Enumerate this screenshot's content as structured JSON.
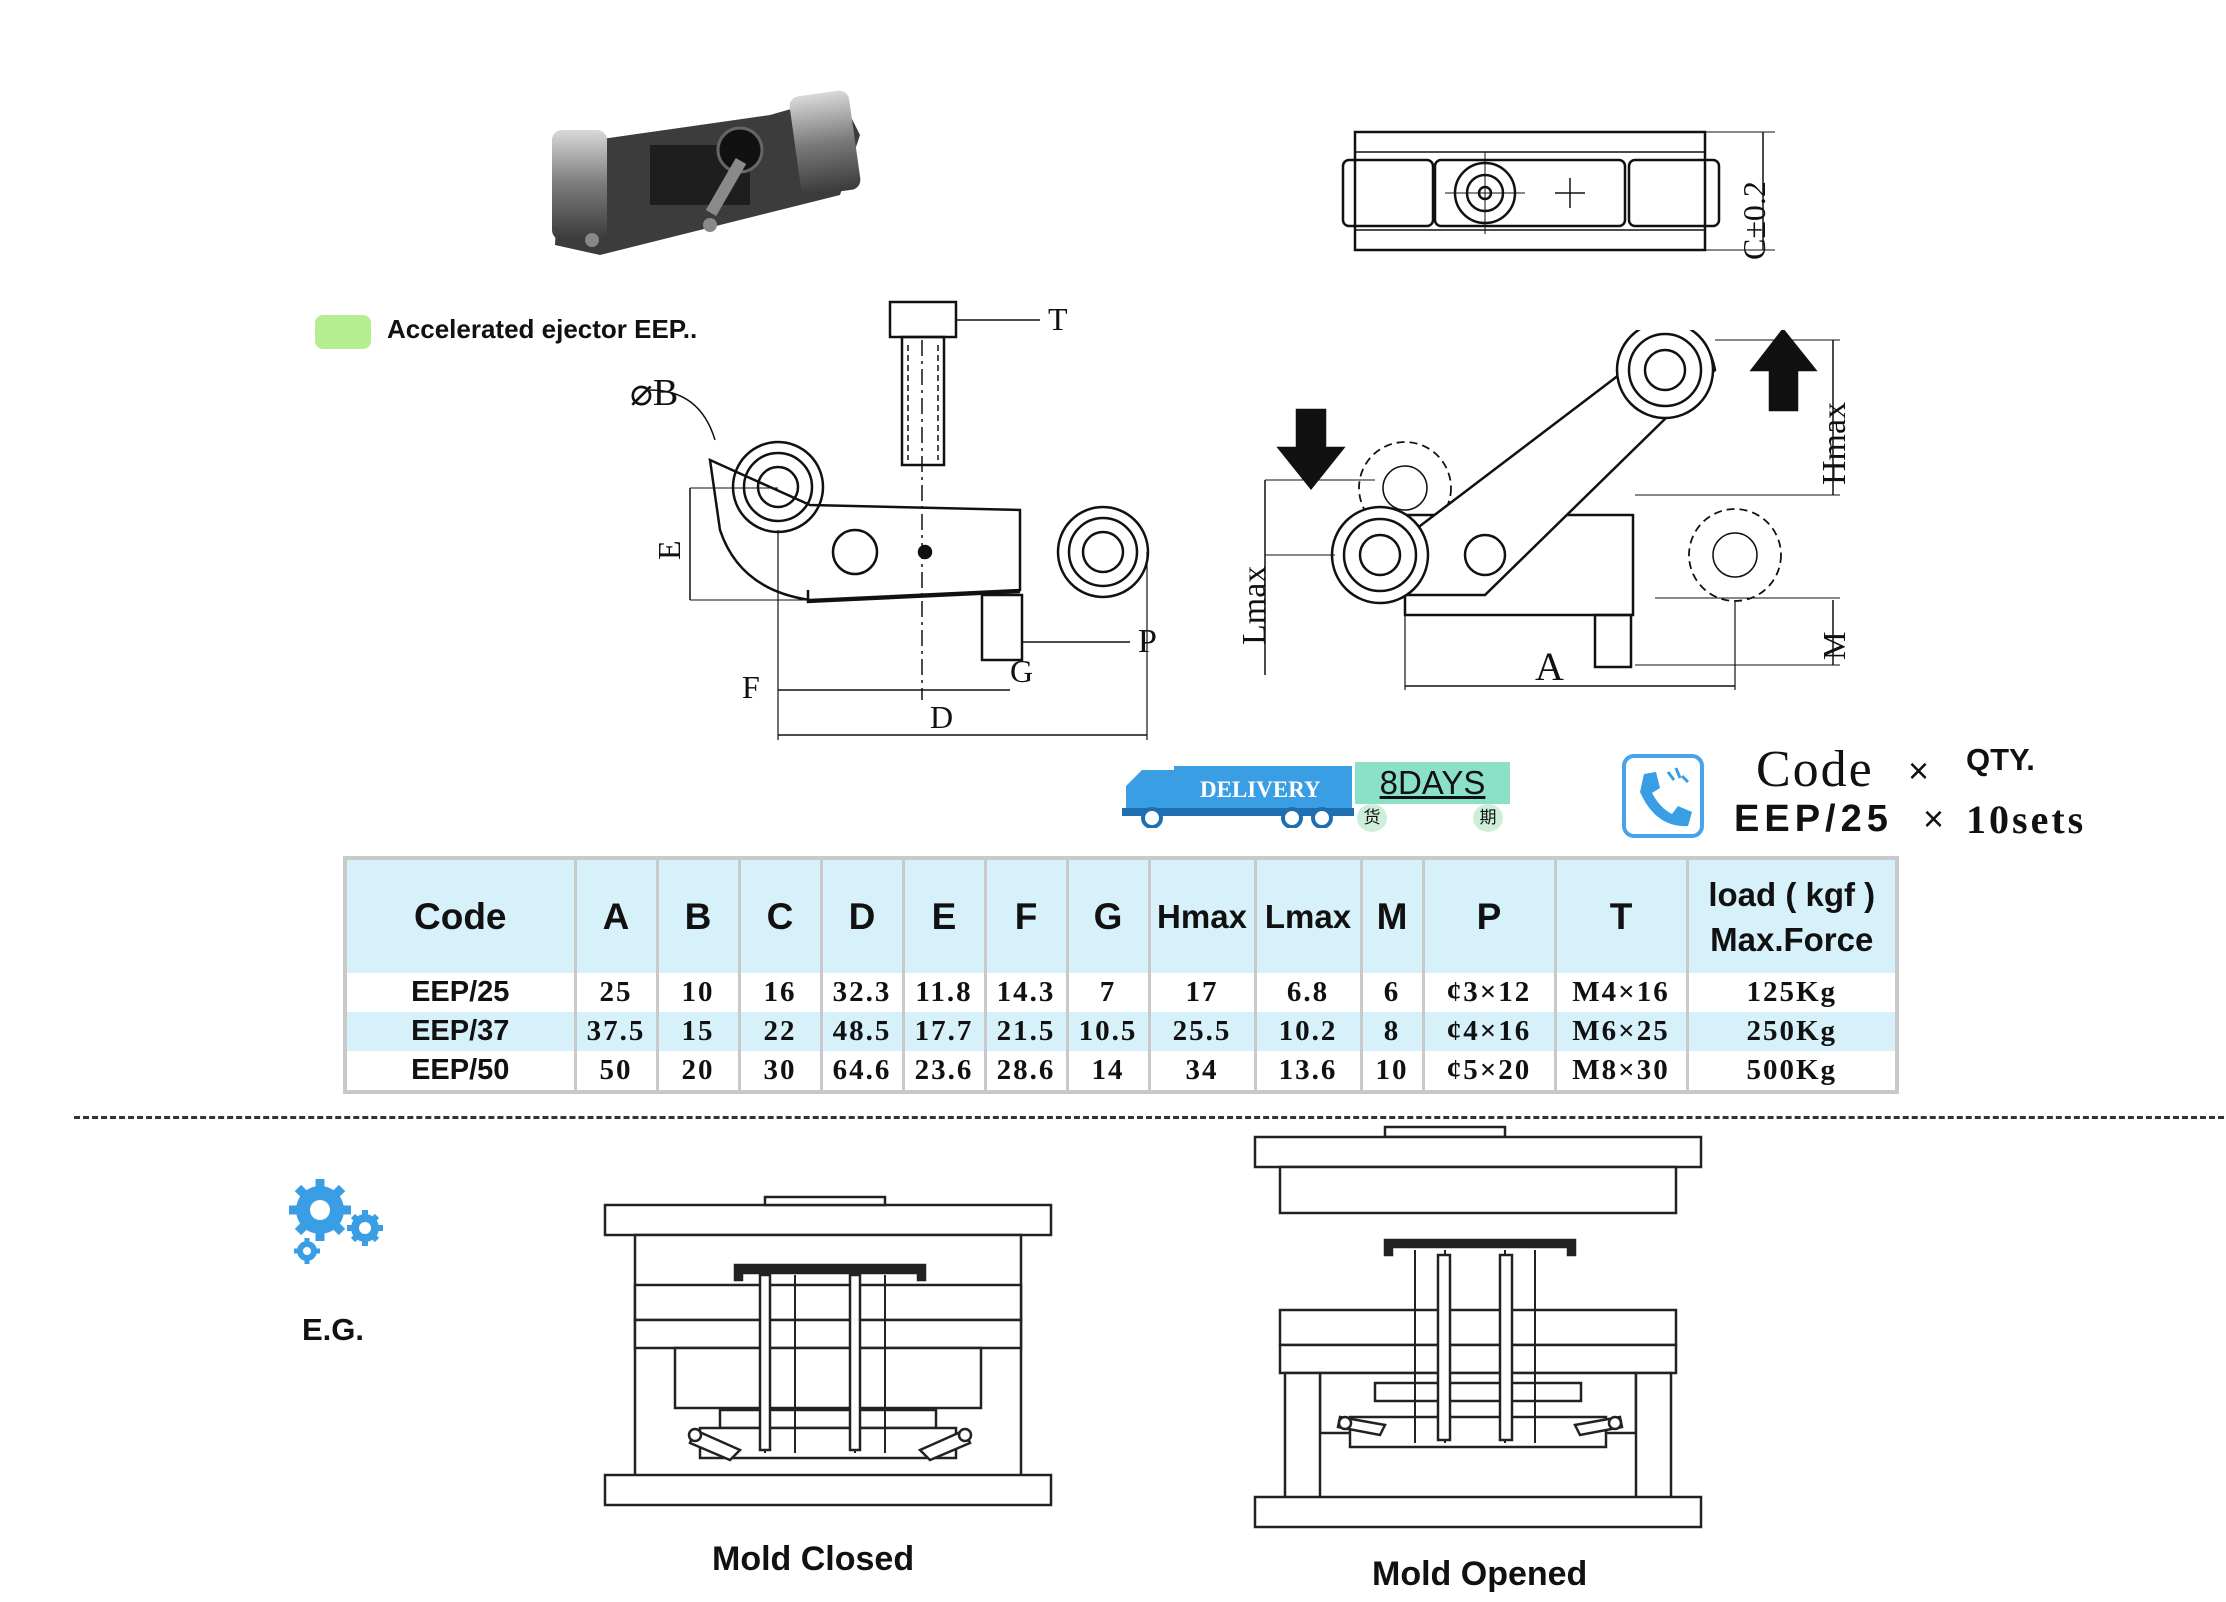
{
  "legend": {
    "label": "Accelerated ejector EEP..",
    "color": "#b5ee8e"
  },
  "drawing_left": {
    "labels": {
      "t": "T",
      "b": "⌀B",
      "e": "E",
      "p": "P",
      "g": "G",
      "f": "F",
      "d": "D"
    }
  },
  "drawing_right": {
    "labels": {
      "hmax": "Hmax",
      "lmax": "Lmax",
      "m": "M",
      "a": "A"
    }
  },
  "drawing_top": {
    "labels": {
      "c": "C±0.2"
    }
  },
  "delivery": {
    "label": "DELIVERY",
    "days": "8DAYS",
    "char_left": "货",
    "char_right": "期"
  },
  "order": {
    "code_title": "Code",
    "times": "×",
    "qty_title": "QTY.",
    "code_example": "EEP/25",
    "qty_example": "10sets"
  },
  "table": {
    "headers": [
      "Code",
      "A",
      "B",
      "C",
      "D",
      "E",
      "F",
      "G",
      "Hmax",
      "Lmax",
      "M",
      "P",
      "T"
    ],
    "load_header_line1": "load ( kgf )",
    "load_header_line2": "Max.Force",
    "rows": [
      [
        "EEP/25",
        "25",
        "10",
        "16",
        "32.3",
        "11.8",
        "14.3",
        "7",
        "17",
        "6.8",
        "6",
        "¢3×12",
        "M4×16",
        "125Kg"
      ],
      [
        "EEP/37",
        "37.5",
        "15",
        "22",
        "48.5",
        "17.7",
        "21.5",
        "10.5",
        "25.5",
        "10.2",
        "8",
        "¢4×16",
        "M6×25",
        "250Kg"
      ],
      [
        "EEP/50",
        "50",
        "20",
        "30",
        "64.6",
        "23.6",
        "28.6",
        "14",
        "34",
        "13.6",
        "10",
        "¢5×20",
        "M8×30",
        "500Kg"
      ]
    ]
  },
  "example": {
    "label": "E.G.",
    "mold_closed": "Mold Closed",
    "mold_opened": "Mold Opened"
  },
  "colors": {
    "accent_blue": "#3a9ee4",
    "table_header": "#d6f1fa",
    "badge_green": "#8be0c8"
  }
}
